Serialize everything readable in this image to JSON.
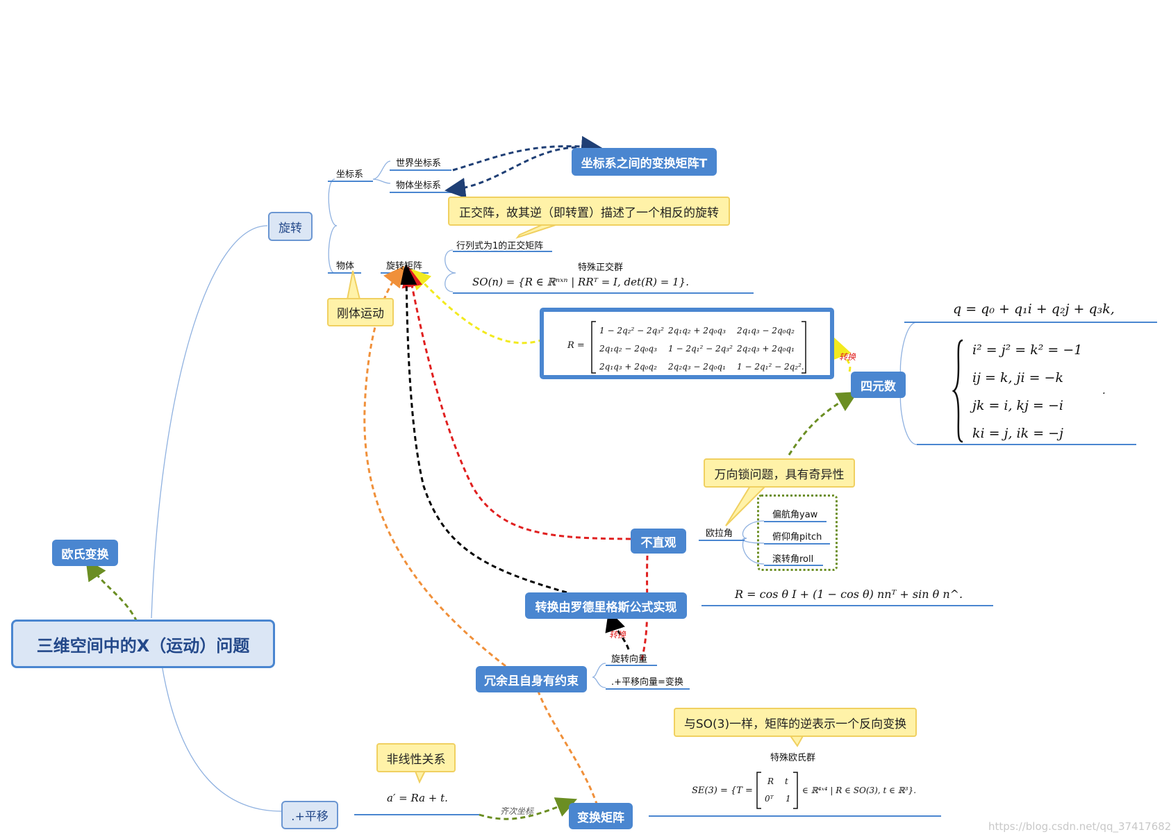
{
  "root": "三维空间中的X（运动）问题",
  "nodes": {
    "euclid": "欧氏变换",
    "rotation": "旋转",
    "translation": ".+平移",
    "coord_sys": "坐标系",
    "world": "世界坐标系",
    "body_coord": "物体坐标系",
    "transform_T": "坐标系之间的变换矩阵T",
    "object": "物体",
    "rot_matrix": "旋转矩阵",
    "det_one": "行列式为1的正交矩阵",
    "so_group": "特殊正交群",
    "quaternion": "四元数",
    "not_intuitive": "不直观",
    "euler": "欧拉角",
    "yaw": "偏航角yaw",
    "pitch": "俯仰角pitch",
    "roll": "滚转角roll",
    "rodrigues": "转换由罗德里格斯公式实现",
    "rot_vector": "旋转向量",
    "plus_trans": ".+平移向量=变换",
    "redundant": "冗余且自身有约束",
    "transform_matrix": "变换矩阵",
    "se_group": "特殊欧氏群"
  },
  "callouts": {
    "orthogonal": "正交阵，故其逆（即转置）描述了一个相反的旋转",
    "rigid": "刚体运动",
    "gimbal": "万向锁问题，具有奇异性",
    "nonlinear": "非线性关系",
    "se3_inverse": "与SO(3)一样，矩阵的逆表示一个反向变换"
  },
  "edge_labels": {
    "convert1": "转换",
    "convert2": "转换",
    "homogeneous": "齐次坐标"
  },
  "formulas": {
    "so_n": "SO(n) = {R ∈ ℝⁿˣⁿ | RRᵀ = I, det(R) = 1}.",
    "q_def": "q = q₀ + q₁i + q₂j + q₃k,",
    "q_rel1": "i² = j² = k² = −1",
    "q_rel2": "ij = k, ji = −k",
    "q_rel3": "jk = i, kj = −i",
    "q_rel4": "ki = j, ik = −j",
    "q_dot": ".",
    "rodrigues_f": "R = cos θ I + (1 − cos θ) nnᵀ + sin θ n^.",
    "affine": "a′ = Ra + t.",
    "se3_lhs": "SE(3) = {T =",
    "se3_m11": "R",
    "se3_m12": "t",
    "se3_m21": "0ᵀ",
    "se3_m22": "1",
    "se3_rhs": "∈ ℝ⁴ˣ⁴ | R ∈ SO(3), t ∈ ℝ³}.",
    "rmat_lhs": "R =",
    "rmat": [
      [
        "1 − 2q₂² − 2q₃²",
        "2q₁q₂ + 2q₀q₃",
        "2q₁q₃ − 2q₀q₂"
      ],
      [
        "2q₁q₂ − 2q₀q₃",
        "1 − 2q₁² − 2q₃²",
        "2q₂q₃ + 2q₀q₁"
      ],
      [
        "2q₁q₃ + 2q₀q₂",
        "2q₂q₃ − 2q₀q₁",
        "1 − 2q₁² − 2q₂²."
      ]
    ]
  },
  "watermark": "https://blog.csdn.net/qq_37417682",
  "colors": {
    "node_blue": "#4a86d0",
    "branch_line": "#8fb1e0",
    "dash_navy": "#1f3f75",
    "dash_red": "#e02020",
    "dash_black": "#000000",
    "dash_orange": "#f0903a",
    "dash_yellow": "#f2ea1f",
    "dash_green": "#6b8e23"
  }
}
